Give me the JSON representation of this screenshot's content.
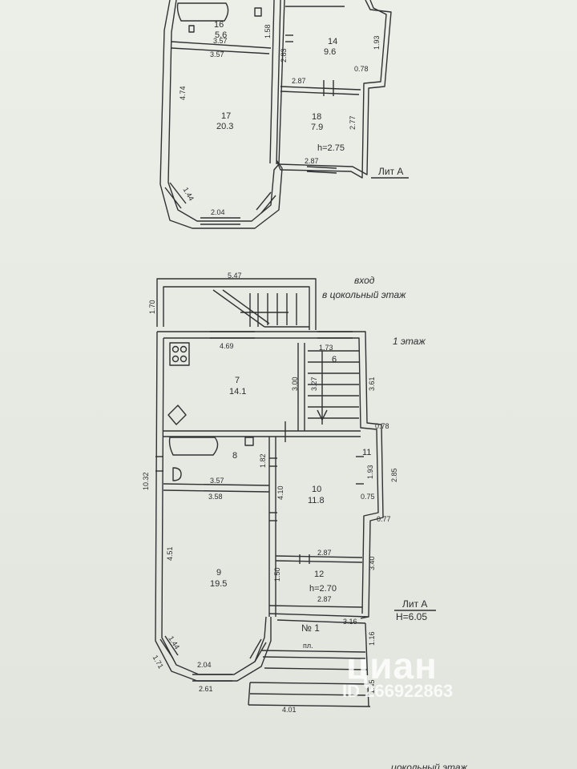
{
  "upper_floor": {
    "rooms": [
      {
        "number": "16",
        "area": "5.6"
      },
      {
        "number": "14",
        "area": "9.6"
      },
      {
        "number": "17",
        "area": "20.3"
      },
      {
        "number": "18",
        "area": "7.9"
      }
    ],
    "dims": {
      "d357a": "3.57",
      "d357b": "3.57",
      "d158": "1.58",
      "d283": "2.83",
      "d193": "1.93",
      "d078": "0.78",
      "d287a": "2.87",
      "d474": "4.74",
      "d277": "2.77",
      "d287b": "2.87",
      "d144": "1.44",
      "d204": "2.04"
    },
    "height": "h=2.75",
    "lit": "Лит А"
  },
  "ground_floor": {
    "entrance_line1": "вход",
    "entrance_line2": "в цокольный этаж",
    "floor_label": "1 этаж",
    "rooms": [
      {
        "number": "7",
        "area": "14.1"
      },
      {
        "number": "6",
        "area": ""
      },
      {
        "number": "8",
        "area": ""
      },
      {
        "number": "11",
        "area": ""
      },
      {
        "number": "10",
        "area": "11.8"
      },
      {
        "number": "9",
        "area": "19.5"
      },
      {
        "number": "12",
        "area": ""
      }
    ],
    "dims": {
      "d547": "5.47",
      "d170": "1.70",
      "d469": "4.69",
      "d173": "1.73",
      "d300": "3.00",
      "d327": "3.27",
      "d361": "3.61",
      "d078": "0.78",
      "d182": "1.82",
      "d193": "1.93",
      "d285": "2.85",
      "d1032": "10.32",
      "d357": "3.57",
      "d358": "3.58",
      "d410": "4.10",
      "d075": "0.75",
      "d077": "0.77",
      "d451": "4.51",
      "d287a": "2.87",
      "d150": "1.50",
      "d340": "3.40",
      "d287b": "2.87",
      "d316": "3.16",
      "d116": "1.16",
      "d144": "1.44",
      "d171": "1.71",
      "d204": "2.04",
      "d261": "2.61",
      "d145": "1.45",
      "d401": "4.01"
    },
    "height": "h=2.70",
    "lit": "Лит А",
    "lit_height": "H=6.05",
    "porch_number": "№ 1",
    "porch_label": "пл."
  },
  "bottom_caption": "цокольный этаж",
  "watermark": {
    "logo": "циан",
    "id": "ID 266922863"
  }
}
